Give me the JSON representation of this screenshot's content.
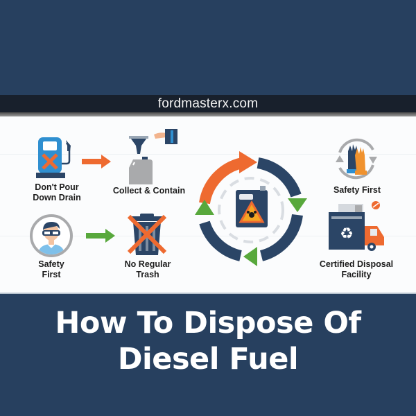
{
  "site": {
    "url": "fordmasterx.com"
  },
  "title": {
    "line1": "How To Dispose Of",
    "line2": "Diesel Fuel"
  },
  "colors": {
    "navy": "#27405f",
    "dark_bar": "#18202c",
    "orange": "#ee6a30",
    "green": "#58a83c",
    "panel_bg": "#fbfcfd",
    "icon_blue": "#2f8fd0",
    "icon_navy": "#2b4566",
    "icon_gray": "#a9aaac"
  },
  "steps": [
    {
      "id": "dont-pour",
      "label_line1": "Don't Pour",
      "label_line2": "Down Drain",
      "icon": "fuel-pump-crossed-icon"
    },
    {
      "id": "collect",
      "label_line1": "Collect & Contain",
      "label_line2": "",
      "icon": "funnel-canister-icon"
    },
    {
      "id": "safety-person",
      "label_line1": "Safety",
      "label_line2": "First",
      "icon": "person-goggles-icon"
    },
    {
      "id": "no-trash",
      "label_line1": "No Regular",
      "label_line2": "Trash",
      "icon": "trash-can-crossed-icon"
    },
    {
      "id": "safety-gloves",
      "label_line1": "Safety First",
      "label_line2": "",
      "icon": "gloves-cycle-icon"
    },
    {
      "id": "facility",
      "label_line1": "Certified Disposal",
      "label_line2": "Facility",
      "icon": "recycling-truck-icon"
    }
  ],
  "center": {
    "icon": "hazard-jerrycan-cycle-icon"
  },
  "arrows": [
    {
      "from": "dont-pour",
      "to": "collect",
      "color": "orange"
    },
    {
      "from": "safety-person",
      "to": "no-trash",
      "color": "green"
    }
  ]
}
